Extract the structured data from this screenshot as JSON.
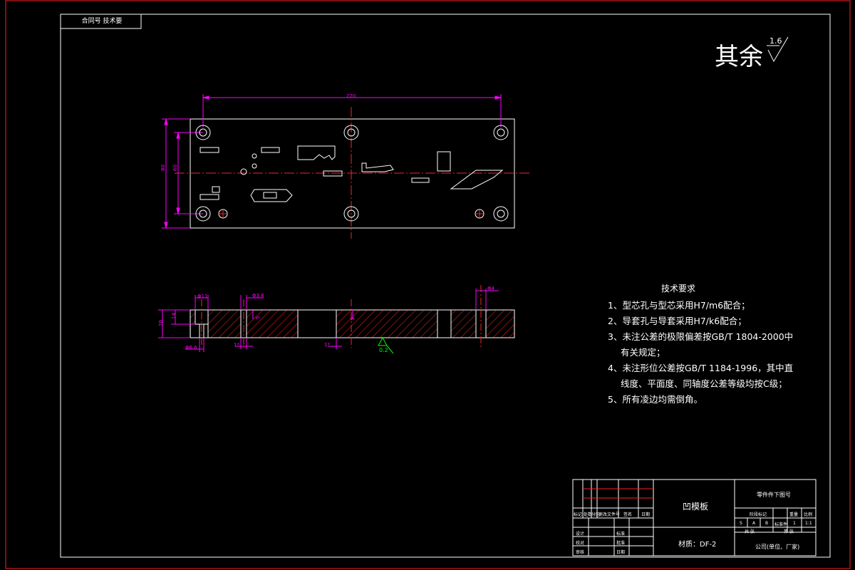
{
  "colors": {
    "background": "#000000",
    "frame": "#ff2020",
    "outline": "#ffffff",
    "dimension": "#ff00ff",
    "center_line": "#ff2020",
    "hatch": "#ff2020",
    "roughness": "#00ff00"
  },
  "header_stamp": "合同号 技术要",
  "roughness_note": {
    "label": "其余",
    "value": "1.6"
  },
  "plan_view": {
    "dim_width": "220",
    "dim_height": "80",
    "dim_inner": "60"
  },
  "section_view": {
    "dim_thickness": "20",
    "dim_counterbore_depth": "14",
    "dim_counterbore_dia": "Φ11",
    "dim_hole_dia": "Φ6.6",
    "dim_pin_dia": "Φ3.6",
    "dim_pocket_depth": "5",
    "dim_pocket_depth2": "5",
    "dim_chamfer_a": "1*",
    "dim_chamfer_b": "1*",
    "dim_chamfer_c": "1*",
    "dim_right": "Φ4",
    "roughness_value": "0.2"
  },
  "tech_requirements": {
    "title": "技术要求",
    "items": [
      "1、型芯孔与型芯采用H7/m6配合；",
      "2、导套孔与导套采用H7/k6配合；",
      "3、未注公差的极限偏差按GB/T 1804-2000中",
      "有关规定；",
      "4、未注形位公差按GB/T 1184-1996，其中直",
      "线度、平面度、同轴度公差等级均按C级；",
      "5、所有凌边均需倒角。"
    ]
  },
  "title_block": {
    "part_name": "凹模板",
    "material": "材质：DF-2",
    "drawing_no_label": "零件件下图号",
    "company": "公司(单位、厂家)",
    "rev_headers": [
      "标记",
      "处数",
      "分区",
      "更改文件号",
      "签名",
      "日期"
    ],
    "role_labels": [
      "设计",
      "校对",
      "审核"
    ],
    "role_labels_2": [
      "标准",
      "批准",
      "日期"
    ],
    "stage_headers": [
      "阶段标记",
      "重量",
      "比例"
    ],
    "stage_values": [
      "S",
      "A",
      "B",
      "标准件",
      "1",
      "1:1"
    ],
    "sheet_labels": [
      "共 张",
      "第 张"
    ]
  }
}
